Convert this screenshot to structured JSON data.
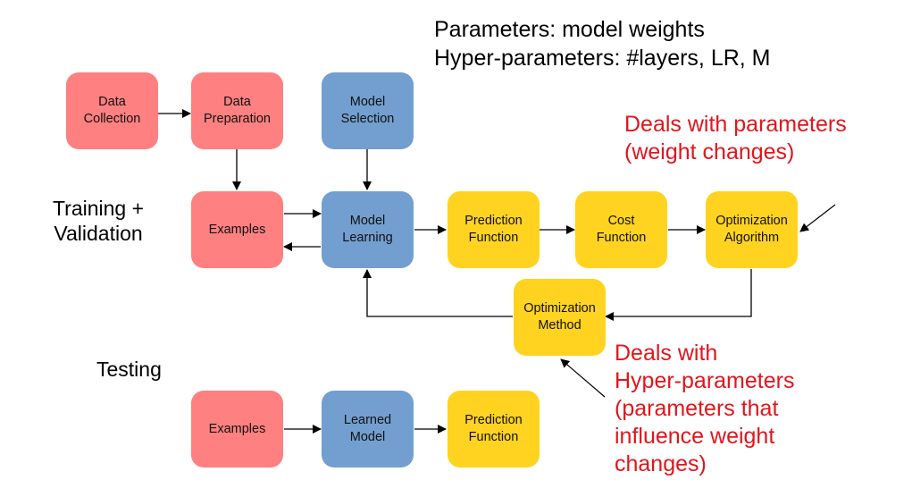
{
  "colors": {
    "red": "#fe8080",
    "blue": "#729fcf",
    "yellow": "#ffd320",
    "annotation": "#e2151c",
    "arrow": "#000000"
  },
  "header": {
    "parameters": "Parameters: model weights",
    "hyper_parameters": "Hyper-parameters: #layers, LR, M"
  },
  "sections": {
    "training": "Training +\nValidation",
    "testing": "Testing"
  },
  "annotations": {
    "parameters_note": "Deals with parameters\n(weight changes)",
    "hyper_note": "Deals with\nHyper-parameters\n(parameters that\ninfluence weight\nchanges)"
  },
  "nodes": {
    "data_collection": "Data\nCollection",
    "data_preparation": "Data\nPreparation",
    "model_selection": "Model\nSelection",
    "examples_train": "Examples",
    "model_learning": "Model\nLearning",
    "prediction_train": "Prediction\nFunction",
    "cost_function": "Cost\nFunction",
    "optimization_algorithm": "Optimization\nAlgorithm",
    "optimization_method": "Optimization\nMethod",
    "examples_test": "Examples",
    "learned_model": "Learned\nModel",
    "prediction_test": "Prediction\nFunction"
  }
}
